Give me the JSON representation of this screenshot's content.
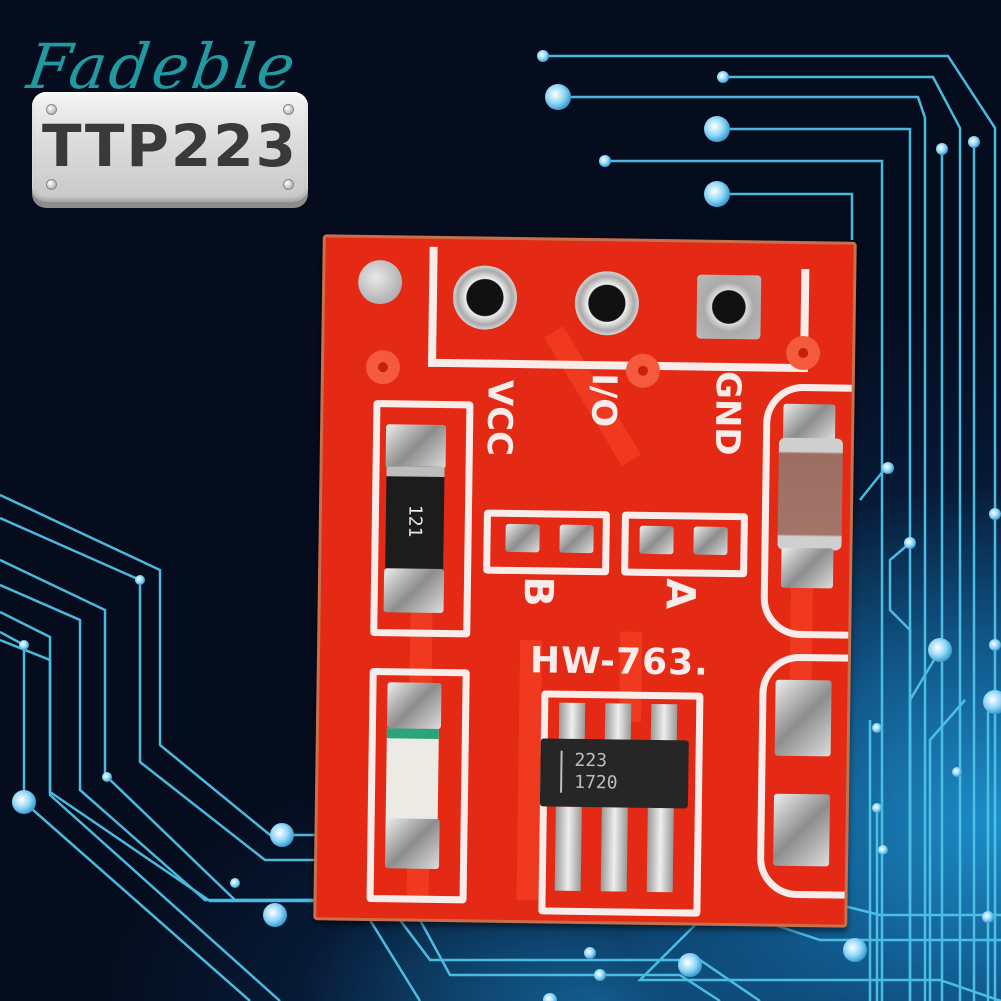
{
  "branding": {
    "brand_name": "Fadeble",
    "model_plate": "TTP223"
  },
  "product": {
    "board_model": "HW-763.",
    "pin_labels": [
      "VCC",
      "I/O",
      "GND"
    ],
    "jumper_labels": [
      "B",
      "A"
    ],
    "resistor_marking": "121",
    "ic_marking_line1": "223",
    "ic_marking_line2": "1720"
  },
  "colors": {
    "background_dark": "#050c1e",
    "background_glow": "#1e96d2",
    "circuit_trace": "#4fc3e8",
    "pcb_red": "#e42a14",
    "silkscreen": "#f7ecea",
    "brand_teal": "#1e9aa0",
    "plate_silver": "#dcdcdc",
    "model_text": "#3a3a3a"
  }
}
